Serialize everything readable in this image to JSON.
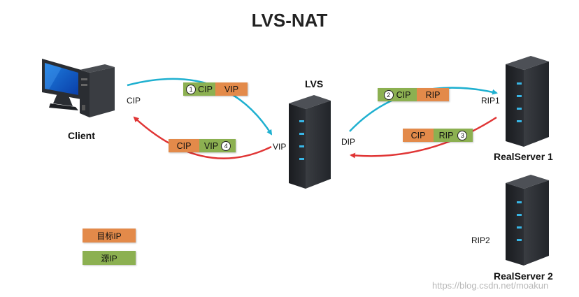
{
  "title": "LVS-NAT",
  "nodes": {
    "client": "Client",
    "lvs": "LVS",
    "realserver1": "RealServer 1",
    "realserver2": "RealServer 2"
  },
  "ports": {
    "cip": "CIP",
    "vip": "VIP",
    "dip": "DIP",
    "rip1": "RIP1",
    "rip2": "RIP2"
  },
  "packets": {
    "p1": {
      "num": "1",
      "src": "CIP",
      "dst": "VIP"
    },
    "p2": {
      "num": "2",
      "src": "CIP",
      "dst": "RIP"
    },
    "p3": {
      "num": "3",
      "dst": "CIP",
      "src": "RIP"
    },
    "p4": {
      "num": "4",
      "dst": "CIP",
      "src": "VIP"
    }
  },
  "legend": {
    "dest": "目标IP",
    "source": "源IP"
  },
  "colors": {
    "source": "#8cb051",
    "dest": "#e38a4a",
    "request_arrow": "#1fb0d0",
    "response_arrow": "#e03535"
  },
  "watermark": "https://blog.csdn.net/moakun"
}
